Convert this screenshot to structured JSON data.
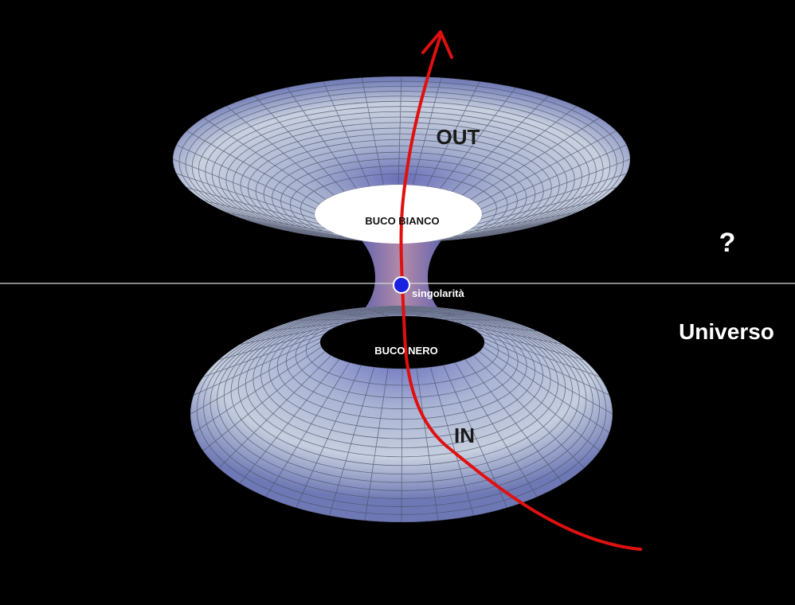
{
  "labels": {
    "out": "OUT",
    "in": "IN",
    "white_hole": "BUCO BIANCO",
    "black_hole": "BUCO NERO",
    "singularity": "singolarità",
    "question": "?",
    "universe": "Universo"
  },
  "colors": {
    "background": "#000000",
    "surface_light": "#c8cfdc",
    "surface_dark": "#5a64a8",
    "throat": "#8a6a9a",
    "trajectory": "#e01010",
    "singularity_dot": "#1a22e0",
    "horizon_line": "#d8d8d8",
    "grid_line": "#4a5068"
  }
}
